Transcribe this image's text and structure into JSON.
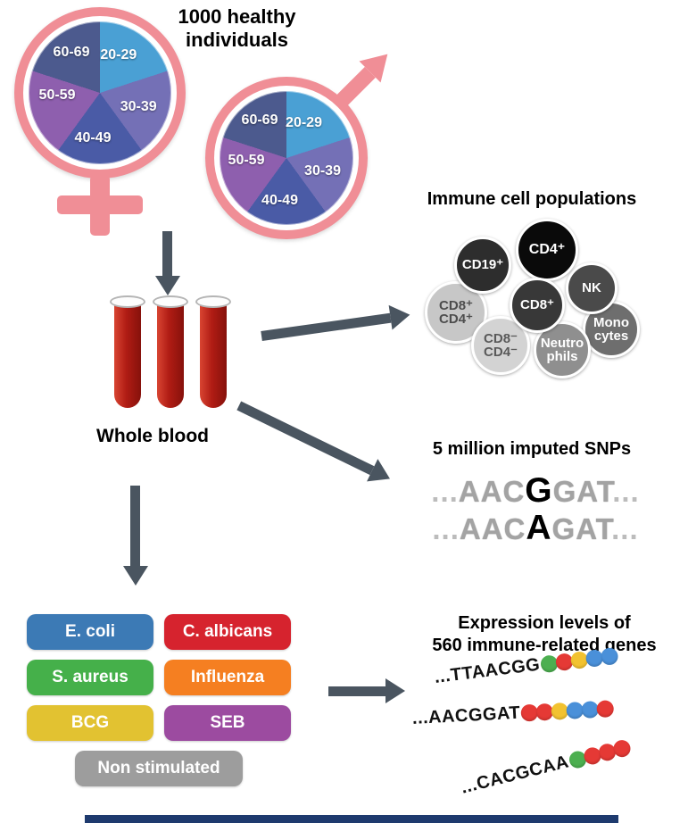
{
  "header": {
    "title_line1": "1000 healthy",
    "title_line2": "individuals"
  },
  "pie": {
    "labels": [
      "20-29",
      "30-39",
      "40-49",
      "50-59",
      "60-69"
    ],
    "segment_colors": [
      "#4aa0d4",
      "#7470b6",
      "#4a5ba6",
      "#8e5fae",
      "#4c5a8e"
    ],
    "ring_color": "#f08e96"
  },
  "blood": {
    "label": "Whole blood"
  },
  "immune": {
    "title": "Immune cell populations",
    "cells": [
      {
        "line1": "CD19⁺",
        "line2": "",
        "bg": "#2d2d2d",
        "fg": "#ffffff"
      },
      {
        "line1": "CD4⁺",
        "line2": "",
        "bg": "#0a0a0a",
        "fg": "#ffffff"
      },
      {
        "line1": "NK",
        "line2": "",
        "bg": "#4a4a4a",
        "fg": "#ffffff"
      },
      {
        "line1": "CD8⁺",
        "line2": "",
        "bg": "#383838",
        "fg": "#ffffff"
      },
      {
        "line1": "CD8⁺",
        "line2": "CD4⁺",
        "bg": "#c7c7c7",
        "fg": "#4d4d4d"
      },
      {
        "line1": "Mono",
        "line2": "cytes",
        "bg": "#6e6e6e",
        "fg": "#ffffff"
      },
      {
        "line1": "CD8⁻",
        "line2": "CD4⁻",
        "bg": "#d3d3d3",
        "fg": "#5a5a5a"
      },
      {
        "line1": "Neutro",
        "line2": "phils",
        "bg": "#8f8f8f",
        "fg": "#ffffff"
      }
    ]
  },
  "snps": {
    "title": "5 million imputed SNPs",
    "rows": [
      {
        "pre": "...",
        "before": "AAC",
        "variant": "G",
        "after": "GAT",
        "post": "..."
      },
      {
        "pre": "...",
        "before": "AAC",
        "variant": "A",
        "after": "GAT",
        "post": "..."
      }
    ]
  },
  "stimuli": {
    "items": [
      {
        "label": "E. coli",
        "color": "#3c7ab5"
      },
      {
        "label": "C. albicans",
        "color": "#d6232e"
      },
      {
        "label": "S. aureus",
        "color": "#45b04a"
      },
      {
        "label": "Influenza",
        "color": "#f57f21"
      },
      {
        "label": "BCG",
        "color": "#e2c231"
      },
      {
        "label": "SEB",
        "color": "#9c4ba0"
      },
      {
        "label": "Non stimulated",
        "color": "#9d9d9d"
      }
    ]
  },
  "expression": {
    "title_line1": "Expression levels of",
    "title_line2": "560 immune-related genes",
    "rows": [
      {
        "seq": "...TTAACGG",
        "dots": [
          "#4caf50",
          "#e53935",
          "#f2c230",
          "#4a90d9",
          "#4a90d9"
        ]
      },
      {
        "seq": "...AACGGAT",
        "dots": [
          "#e53935",
          "#e53935",
          "#f2c230",
          "#4a90d9",
          "#4a90d9",
          "#e53935"
        ]
      },
      {
        "seq": "...CACGCAA",
        "dots": [
          "#4caf50",
          "#e53935",
          "#e53935",
          "#e53935"
        ]
      }
    ]
  },
  "arrow_color": "#4a5560"
}
